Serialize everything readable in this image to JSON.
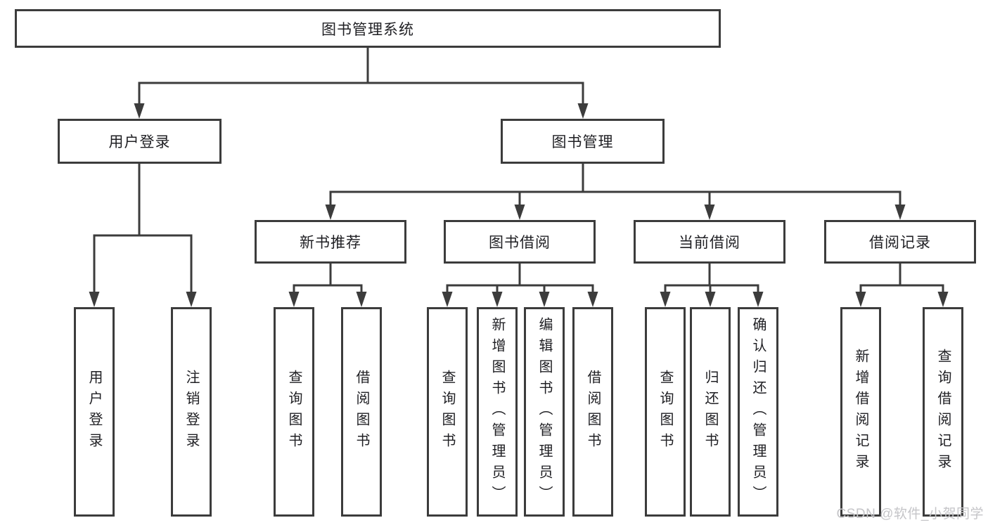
{
  "colors": {
    "line": "#3c3c3c",
    "text": "#1f1f23",
    "watermark": "#c5c5c8",
    "background": "#ffffff"
  },
  "tree": {
    "root": "图书管理系统",
    "branches": [
      {
        "label": "用户登录",
        "leaves": [
          "用户登录",
          "注销登录"
        ]
      },
      {
        "label": "图书管理",
        "groups": [
          {
            "label": "新书推荐",
            "leaves": [
              "查询图书",
              "借阅图书"
            ]
          },
          {
            "label": "图书借阅",
            "leaves": [
              "查询图书",
              "新增图书（管理员）",
              "编辑图书（管理员）",
              "借阅图书"
            ]
          },
          {
            "label": "当前借阅",
            "leaves": [
              "查询图书",
              "归还图书",
              "确认归还（管理员）"
            ]
          },
          {
            "label": "借阅记录",
            "leaves": [
              "新增借阅记录",
              "查询借阅记录"
            ]
          }
        ]
      }
    ]
  },
  "watermark": "CSDN @软件_小贺同学"
}
